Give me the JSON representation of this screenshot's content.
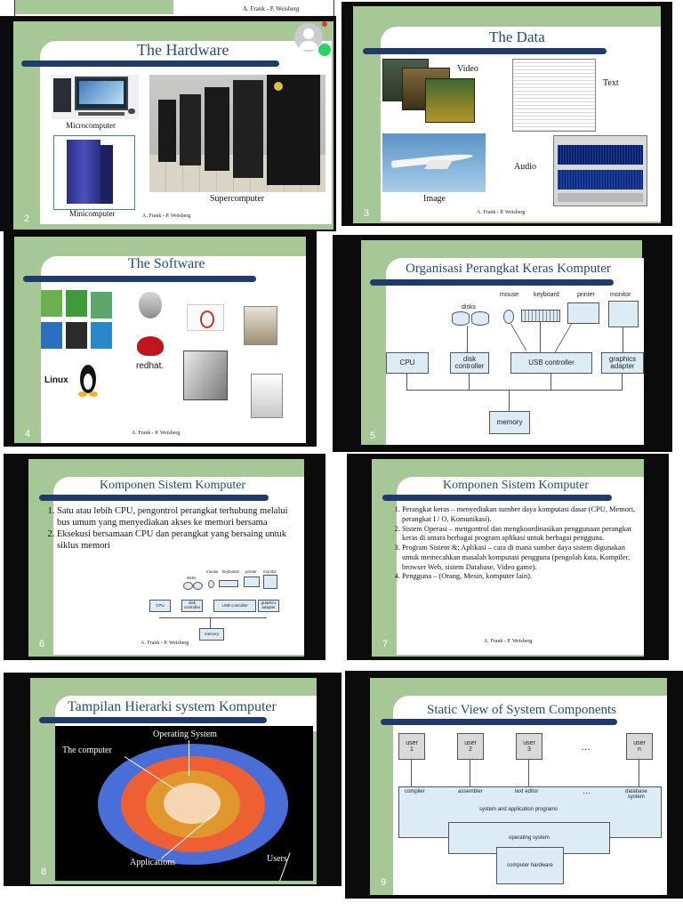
{
  "top_strip": {
    "credit": "A. Frank - P.  Weisberg"
  },
  "slide2": {
    "title": "The Hardware",
    "number": "2",
    "credit": "A. Frank - P.  Weisberg",
    "labels": {
      "micro": "Microcomputer",
      "mini": "Minicomputer",
      "super": "Supercomputer"
    }
  },
  "slide3": {
    "title": "The Data",
    "number": "3",
    "credit": "A. Frank - P.  Weisberg",
    "labels": {
      "video": "Video",
      "text": "Text",
      "audio": "Audio",
      "image": "Image"
    }
  },
  "slide4": {
    "title": "The Software",
    "number": "4",
    "credit": "A. Frank - P.  Weisberg",
    "labels": {
      "linux": "Linux",
      "redhat": "redhat."
    }
  },
  "slide5": {
    "title": "Organisasi Perangkat Keras Komputer",
    "number": "5",
    "labels": {
      "mouse": "mouse",
      "keyboard": "keyboard",
      "printer": "printer",
      "monitor": "monitor",
      "disks": "disks",
      "cpu": "CPU",
      "disk_controller": "disk controller",
      "usb_controller": "USB controller",
      "graphics_adapter": "graphics adapter",
      "memory": "memory"
    }
  },
  "slide6": {
    "title": "Komponen Sistem Komputer",
    "number": "6",
    "credit": "A. Frank - P.  Weisberg",
    "items": [
      "Satu atau lebih CPU, pengontrol perangkat terhubung melalui bus umum yang menyediakan akses ke memori bersama",
      "Eksekusi bersamaan CPU dan perangkat yang bersaing untuk siklus memori"
    ],
    "mini": {
      "mouse": "mouse",
      "keyboard": "keyboard",
      "printer": "printer",
      "monitor": "monitor",
      "disks": "disks",
      "cpu": "CPU",
      "disk_controller": "disk controller",
      "usb_controller": "USB controller",
      "graphics_adapter": "graphics adapter",
      "memory": "memory"
    }
  },
  "slide7": {
    "title": "Komponen Sistem Komputer",
    "number": "7",
    "credit": "A. Frank - P.  Weisberg",
    "items": [
      "Perangkat keras – menyediakan sumber daya komputasi dasar (CPU, Memori, perangkat I / O, Komunikasi).",
      "Sistem Operasi – mengontrol dan mengkoordinasikan penggunaan perangkat keras di antara berbagai program aplikasi untuk berbagai pengguna.",
      "Program Sistem &; Aplikasi – cara di mana sumber daya sistem digunakan untuk memecahkan masalah komputasi pengguna (pengolah kata, Kompiler, browser Web, sistem Database, Video game).",
      "Pengguna – (Orang, Mesin, komputer lain)."
    ]
  },
  "slide8": {
    "title": "Tampilan Hierarki  system Komputer",
    "number": "8",
    "labels": {
      "os": "Operating System",
      "computer": "The computer",
      "apps": "Applications",
      "users": "Users"
    }
  },
  "slide9": {
    "title": "Static View of System Components",
    "number": "9",
    "users": [
      "user\n1",
      "user\n2",
      "user\n3",
      "user\nn"
    ],
    "ellipsis": "…",
    "programs": [
      "compiler",
      "assembler",
      "text editor",
      "…",
      "database\nsystem"
    ],
    "layers": {
      "apps": "system and application programs",
      "os": "operating system",
      "hw": "computer hardware"
    }
  },
  "colors": {
    "green_tab": "#a6c896",
    "navy_bar": "#1f3b6e",
    "title_text": "#1f4f6e",
    "box_fill": "#dcecf6"
  }
}
